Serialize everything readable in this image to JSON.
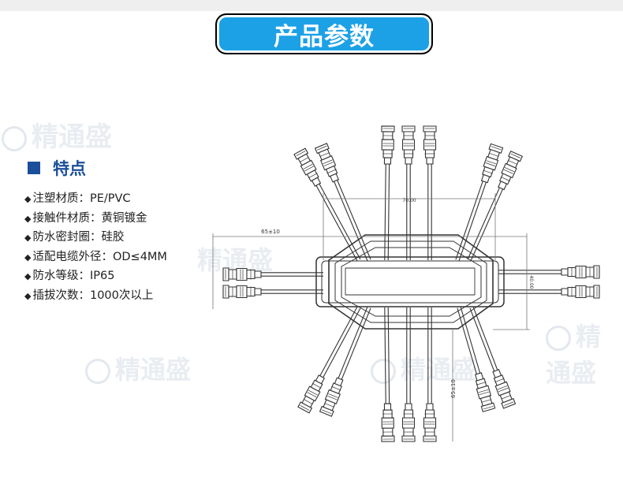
{
  "header": {
    "title": "产品参数"
  },
  "watermark": {
    "brand": "精通盛"
  },
  "features": {
    "heading": "特点",
    "items": [
      "注塑材质：PE/PVC",
      "接触件材质：黄铜镀金",
      "防水密封圈：硅胶",
      "适配电缆外径：OD≤4MM",
      "防水等级：IP65",
      "插拔次数：1000次以上"
    ]
  },
  "drawing": {
    "dim_top": "70.00",
    "dim_left": "65±10",
    "dim_right": "40.00",
    "dim_bottom": "65±10"
  }
}
